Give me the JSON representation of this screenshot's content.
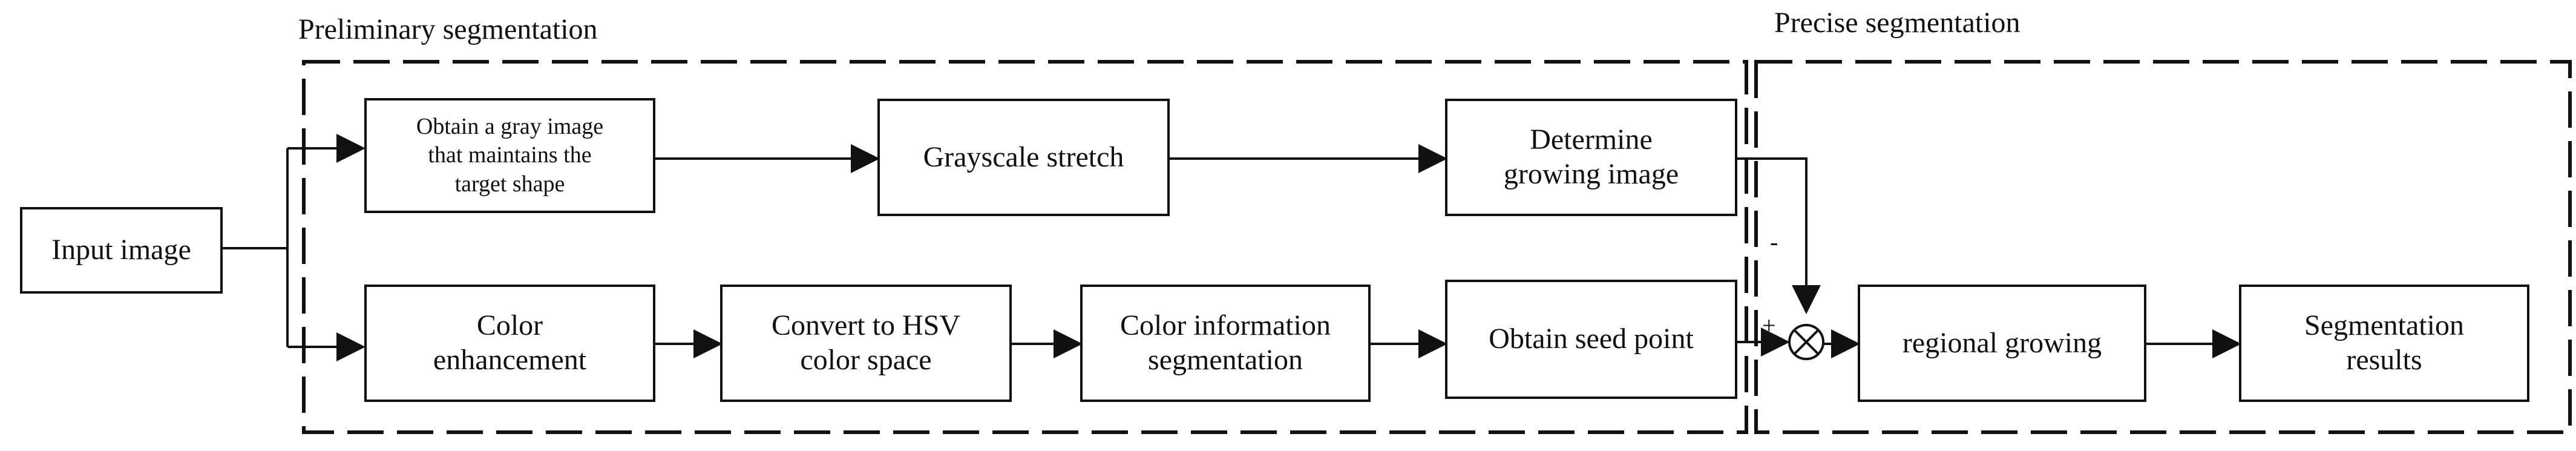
{
  "diagram": {
    "sections": {
      "preliminary": "Preliminary segmentation",
      "precise": "Precise segmentation"
    },
    "nodes": {
      "input_image": "Input image",
      "gray_image": "Obtain a gray image\nthat maintains the\ntarget shape",
      "grayscale_stretch": "Grayscale stretch",
      "determine_growing_image": "Determine\ngrowing image",
      "color_enhancement": "Color\nenhancement",
      "convert_hsv": "Convert to HSV\ncolor space",
      "color_info_segmentation": "Color information\nsegmentation",
      "obtain_seed_point": "Obtain seed point",
      "regional_growing": "regional growing",
      "segmentation_results": "Segmentation\nresults"
    },
    "junction": {
      "minus_sign": "-",
      "plus_sign": "+",
      "symbol": "⊗"
    },
    "colors": {
      "line": "#111111",
      "background": "#ffffff"
    }
  }
}
